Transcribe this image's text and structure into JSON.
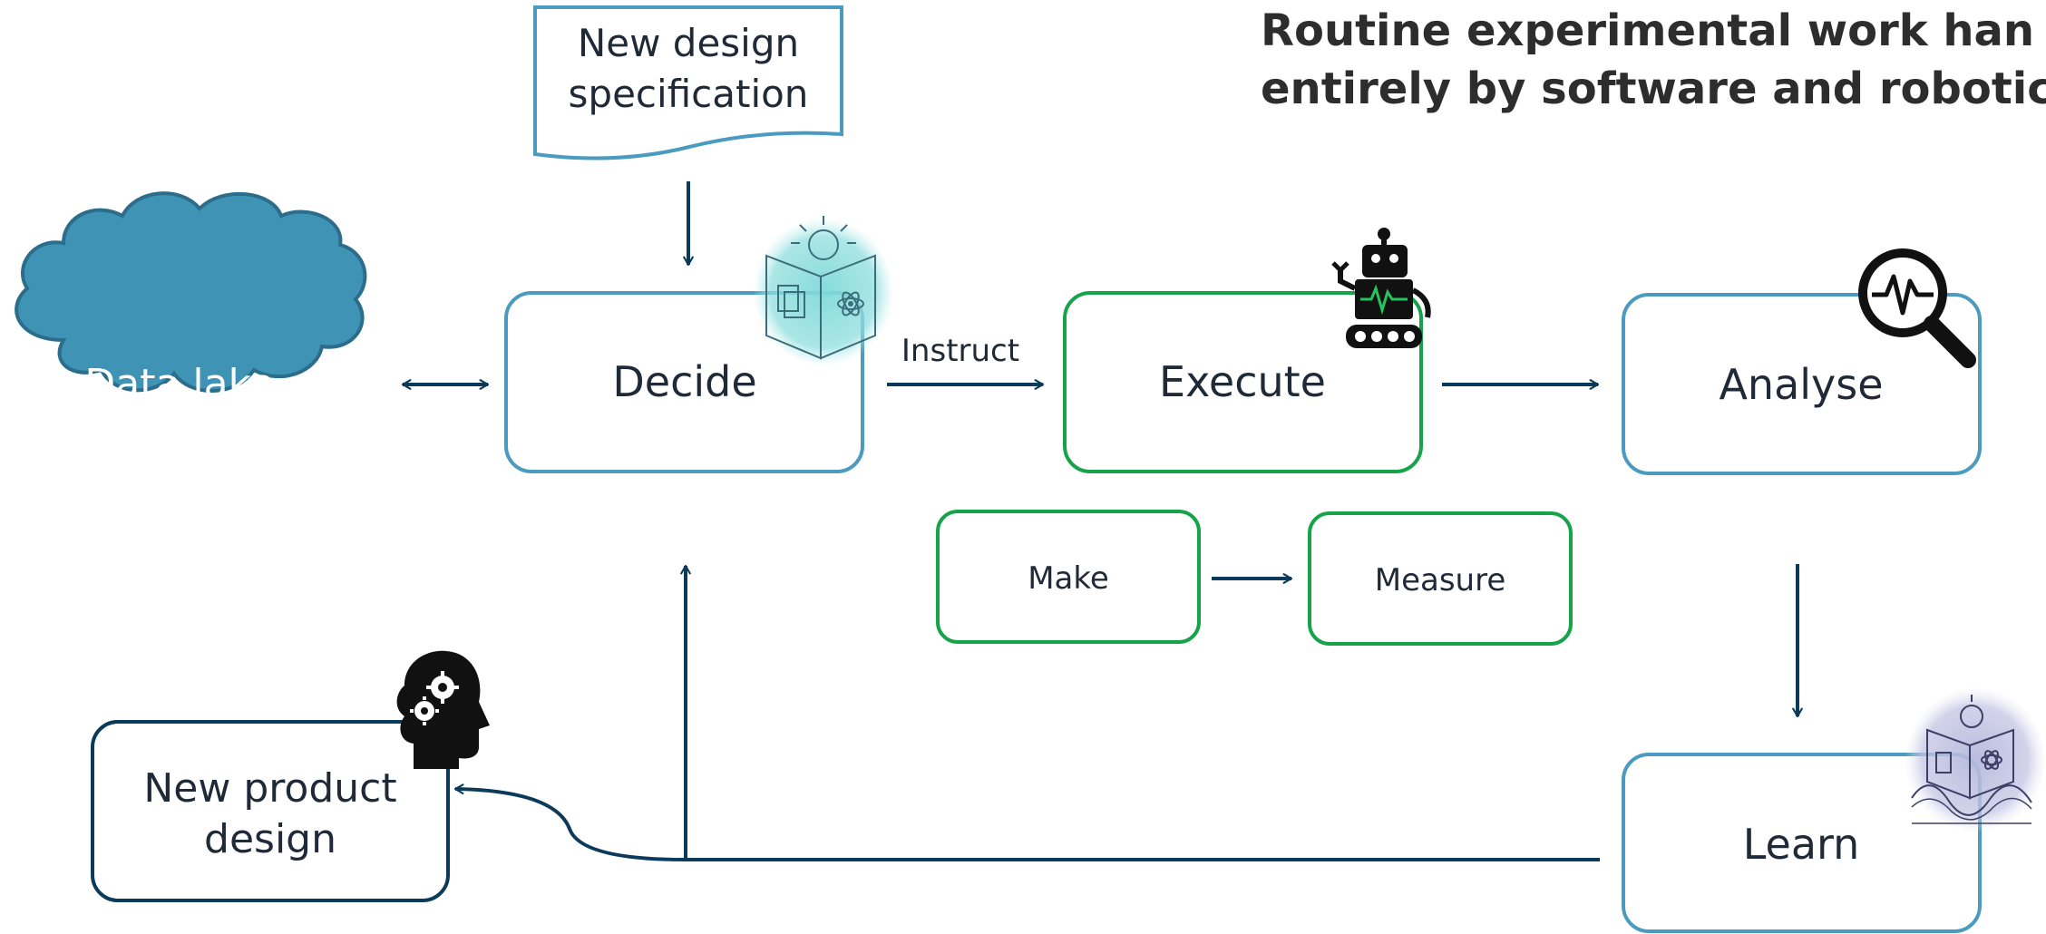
{
  "headline": {
    "line1": "Routine experimental work han",
    "line2": "entirely by software and robotic"
  },
  "nodes": {
    "spec": "New design specification",
    "spec_line1": "New design",
    "spec_line2": "specification",
    "data_lake": "Data lake",
    "decide": "Decide",
    "execute": "Execute",
    "analyse": "Analyse",
    "make": "Make",
    "measure": "Measure",
    "learn": "Learn",
    "new_product_line1": "New product",
    "new_product_line2": "design"
  },
  "edge_labels": {
    "instruct": "Instruct"
  },
  "icons": [
    "knowledge-book-icon",
    "robot-icon",
    "magnifier-signal-icon",
    "head-gears-icon",
    "knowledge-book-wave-icon"
  ],
  "colors": {
    "blue_border": "#4a9bbf",
    "green_border": "#16a34a",
    "navy": "#0b3a5a",
    "cloud_fill": "#3f93b5",
    "teal_glow": "#7fd9d9",
    "lavender_glow": "#b5b8dc"
  }
}
